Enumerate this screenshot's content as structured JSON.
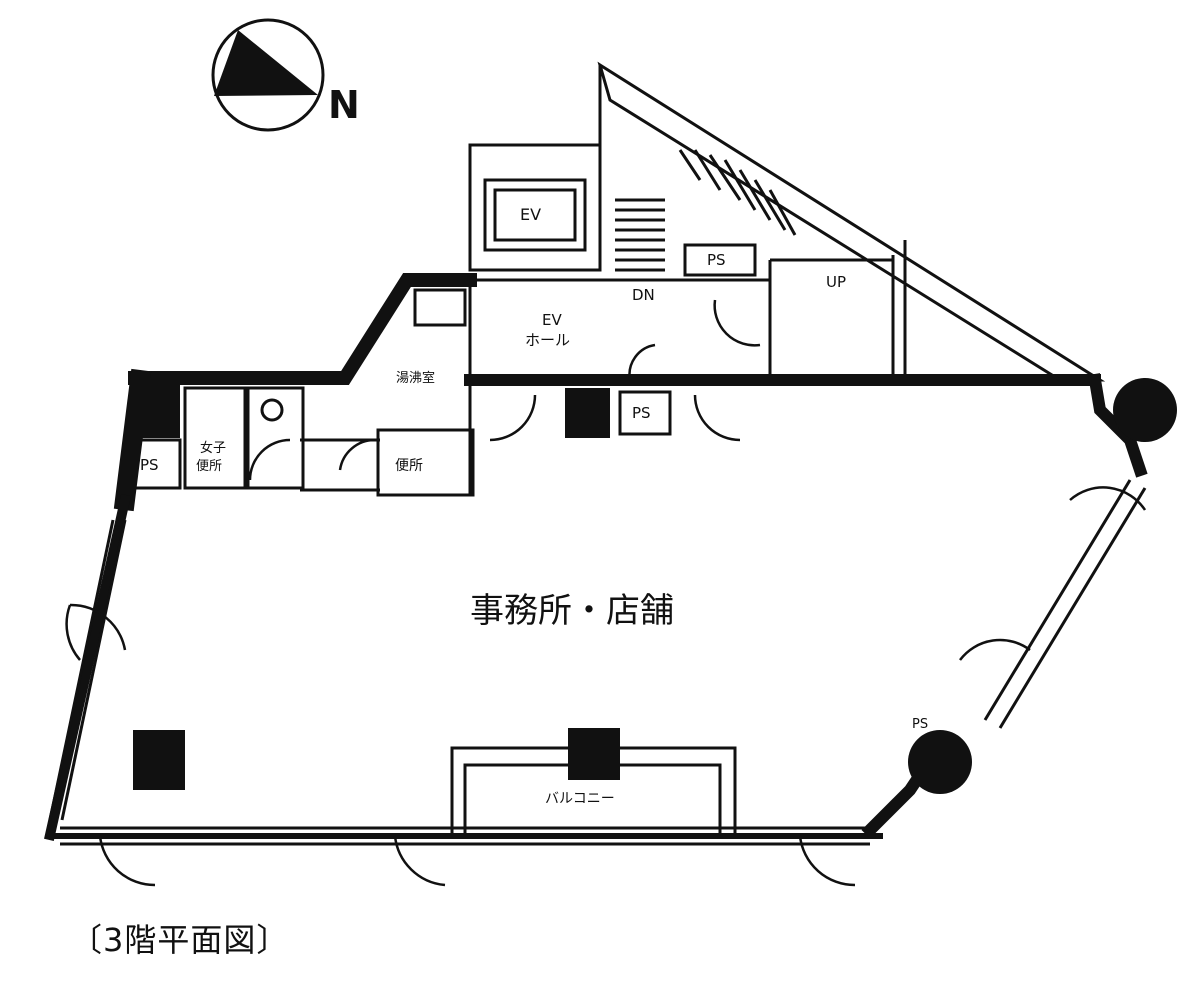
{
  "compass": {
    "label": "N"
  },
  "rooms": {
    "main": "事務所・店舗",
    "ev": "EV",
    "ev_hall_line1": "EV",
    "ev_hall_line2": "ホール",
    "dn": "DN",
    "up": "UP",
    "ps_top_right": "PS",
    "ps_left": "PS",
    "ps_center": "PS",
    "ps_corner": "PS",
    "cleaning_room": "湯沸室",
    "womens_toilet_line1": "女子",
    "womens_toilet_line2": "便所",
    "toilet": "便所",
    "balcony": "バルコニー"
  },
  "caption": "〔3階平面図〕"
}
